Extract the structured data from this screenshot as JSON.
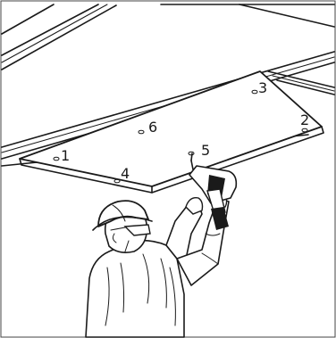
{
  "figure": {
    "fastener_labels": [
      {
        "id": "1",
        "text": "1"
      },
      {
        "id": "2",
        "text": "2"
      },
      {
        "id": "3",
        "text": "3"
      },
      {
        "id": "4",
        "text": "4"
      },
      {
        "id": "5",
        "text": "5"
      },
      {
        "id": "6",
        "text": "6"
      }
    ]
  }
}
